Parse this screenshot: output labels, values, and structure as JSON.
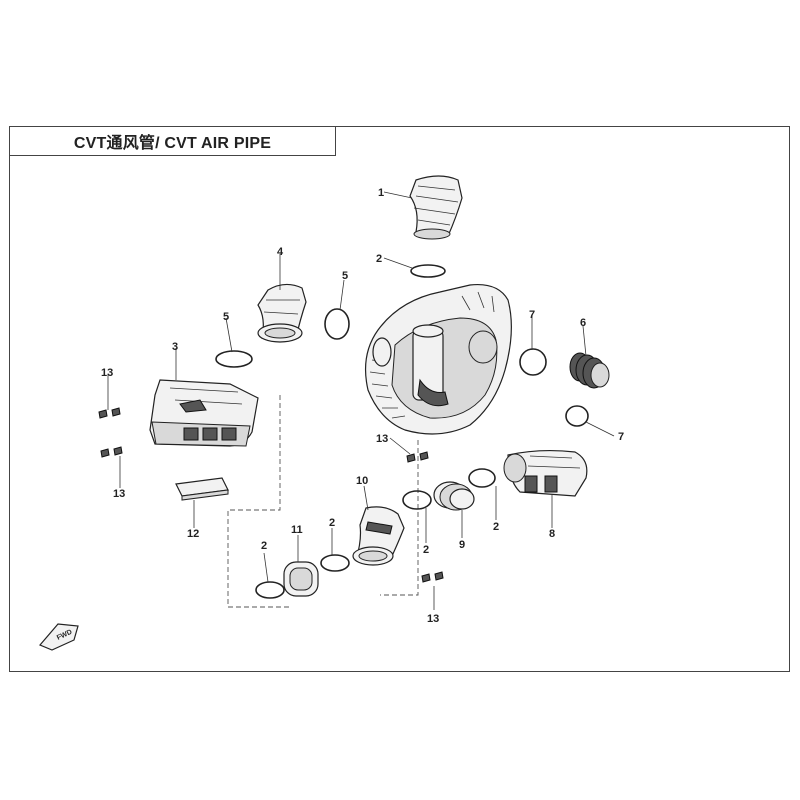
{
  "title": "CVT通风管/ CVT AIR PIPE",
  "fwd_label": "FWD",
  "callouts": [
    "1",
    "2",
    "2",
    "2",
    "2",
    "2",
    "3",
    "4",
    "5",
    "5",
    "6",
    "7",
    "7",
    "8",
    "9",
    "10",
    "11",
    "12",
    "13",
    "13",
    "13",
    "13"
  ]
}
